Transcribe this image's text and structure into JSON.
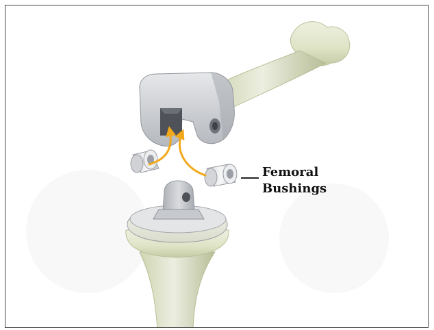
{
  "label": {
    "line1": "Femoral",
    "line2": "Bushings"
  },
  "colors": {
    "bone_light": "#e9ecd6",
    "bone_mid": "#d2d8b6",
    "bone_dark": "#aeb58f",
    "implant_light": "#e2e4e7",
    "implant_mid": "#c3c6cb",
    "implant_dark": "#8f939a",
    "arrow": "#f2a81a",
    "text": "#111111"
  },
  "icons": [
    "femur-implant",
    "tibia-implant",
    "bushing",
    "insertion-arrow"
  ]
}
